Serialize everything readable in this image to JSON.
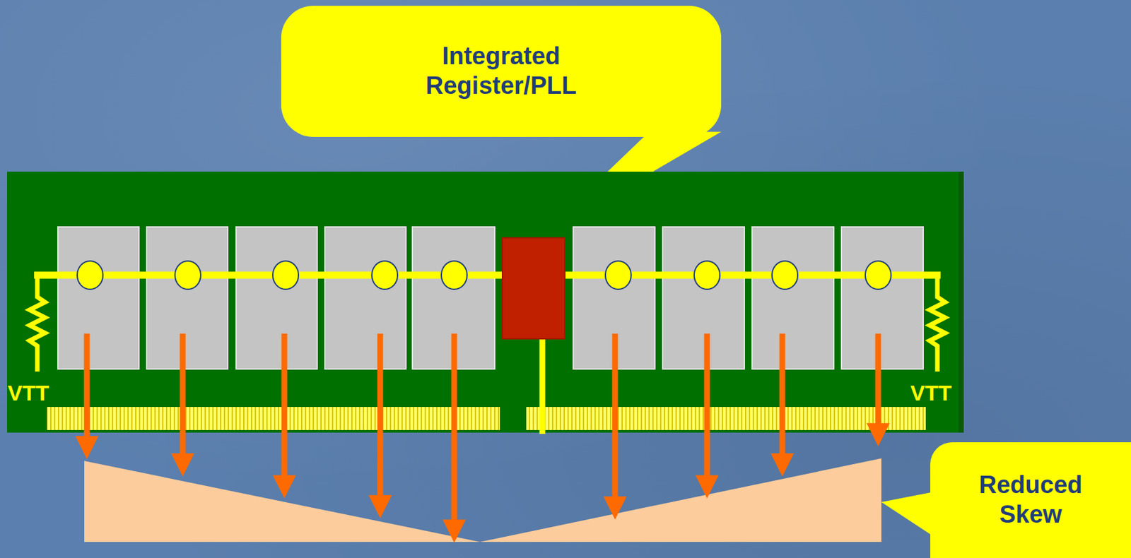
{
  "diagram": {
    "nodes": [
      {
        "text": [
          "Integrated Register/PLL"
        ]
      },
      {
        "text": [
          "Reduced Skew"
        ]
      }
    ],
    "labels": [
      "VTT",
      "VTT"
    ]
  }
}
